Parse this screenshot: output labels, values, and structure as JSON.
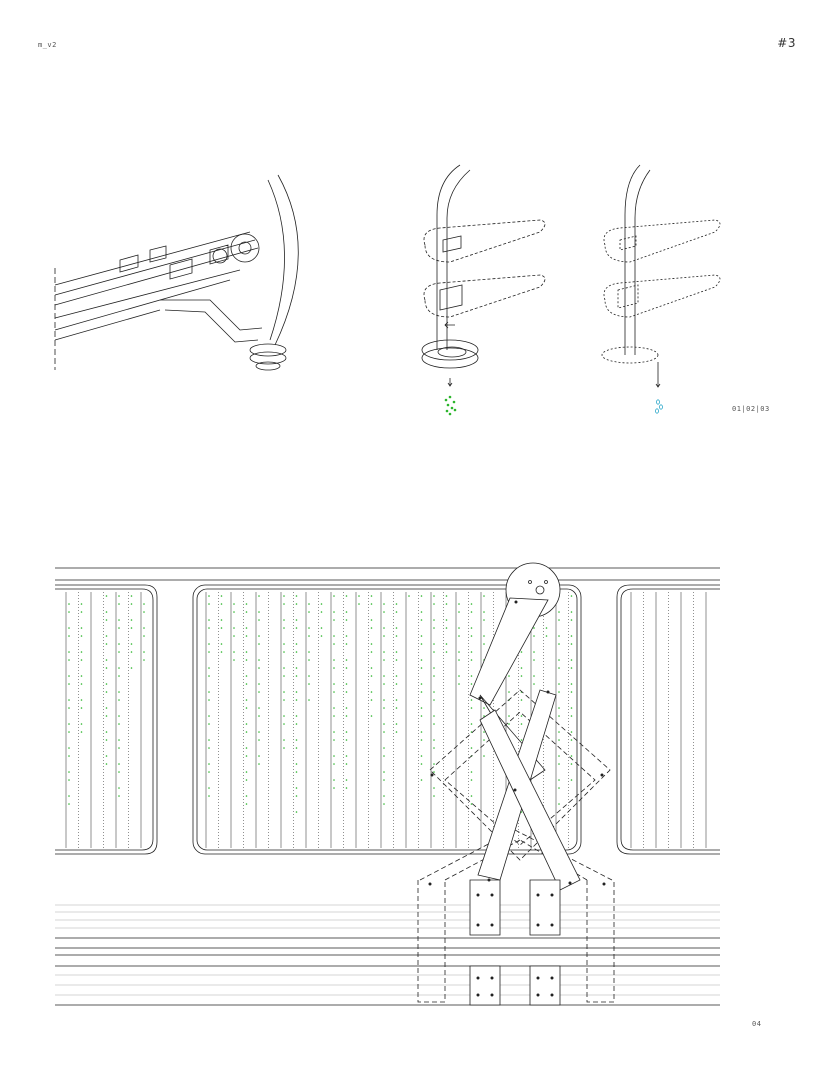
{
  "header": {
    "page_id": "m_v2",
    "sheet_number": "#3"
  },
  "figures": {
    "sequence_label": "01|02|03"
  },
  "footer": {
    "page_number": "04"
  },
  "colors": {
    "line": "#222222",
    "green_dots": "#2bb52b",
    "water_drops": "#2aa7c9"
  }
}
